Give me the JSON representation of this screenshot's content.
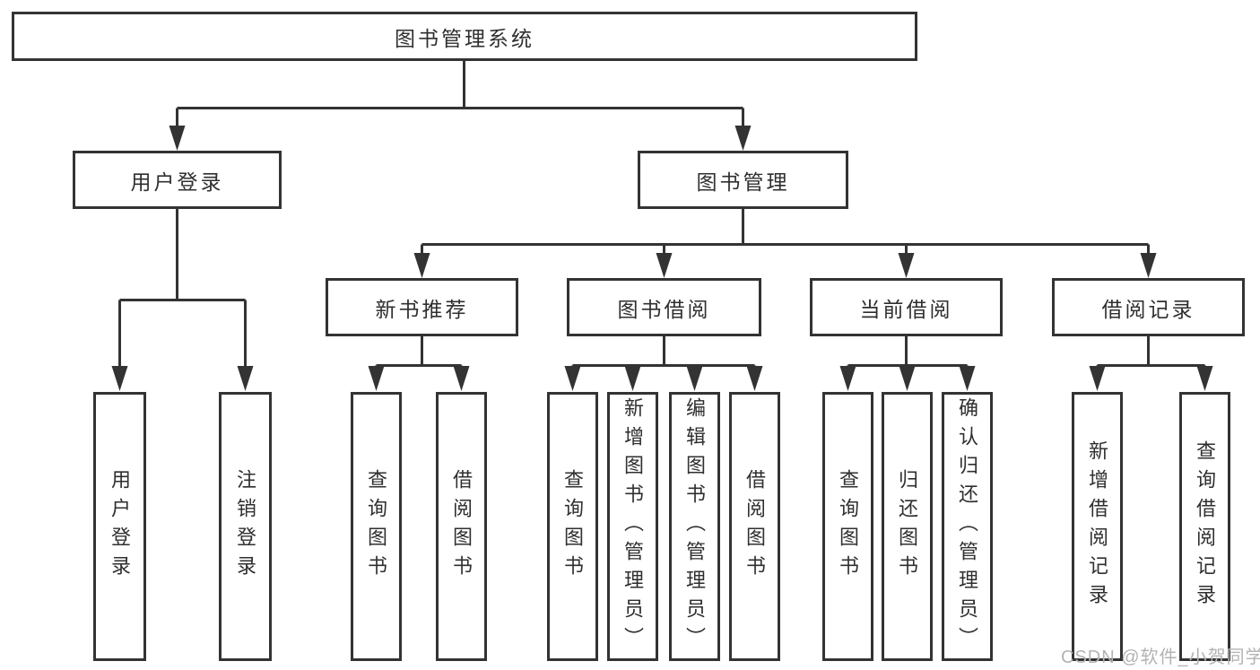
{
  "diagram": {
    "type": "hierarchy-tree",
    "root": {
      "label": "图书管理系统"
    },
    "level2": [
      {
        "id": "user-login",
        "label": "用户登录"
      },
      {
        "id": "book-management",
        "label": "图书管理"
      }
    ],
    "level3": [
      {
        "id": "new-book-recommend",
        "parent": "图书管理",
        "label": "新书推荐"
      },
      {
        "id": "book-borrow",
        "parent": "图书管理",
        "label": "图书借阅"
      },
      {
        "id": "current-borrow",
        "parent": "图书管理",
        "label": "当前借阅"
      },
      {
        "id": "borrow-records",
        "parent": "图书管理",
        "label": "借阅记录"
      }
    ],
    "level4": [
      {
        "parent": "用户登录",
        "label": "用户登录"
      },
      {
        "parent": "用户登录",
        "label": "注销登录"
      },
      {
        "parent": "新书推荐",
        "label": "查询图书"
      },
      {
        "parent": "新书推荐",
        "label": "借阅图书"
      },
      {
        "parent": "图书借阅",
        "label": "查询图书"
      },
      {
        "parent": "图书借阅",
        "label": "新增图书（管理员）"
      },
      {
        "parent": "图书借阅",
        "label": "编辑图书（管理员）"
      },
      {
        "parent": "图书借阅",
        "label": "借阅图书"
      },
      {
        "parent": "当前借阅",
        "label": "查询图书"
      },
      {
        "parent": "当前借阅",
        "label": "归还图书"
      },
      {
        "parent": "当前借阅",
        "label": "确认归还（管理员）"
      },
      {
        "parent": "借阅记录",
        "label": "新增借阅记录"
      },
      {
        "parent": "借阅记录",
        "label": "查询借阅记录"
      }
    ],
    "watermark": "CSDN @软件_小贺同学",
    "colors": {
      "line": "#333333",
      "text": "#2f2f2f",
      "box_background": "#ffffff",
      "page_background": "#ffffff",
      "watermark": "#b3b3b3"
    }
  }
}
